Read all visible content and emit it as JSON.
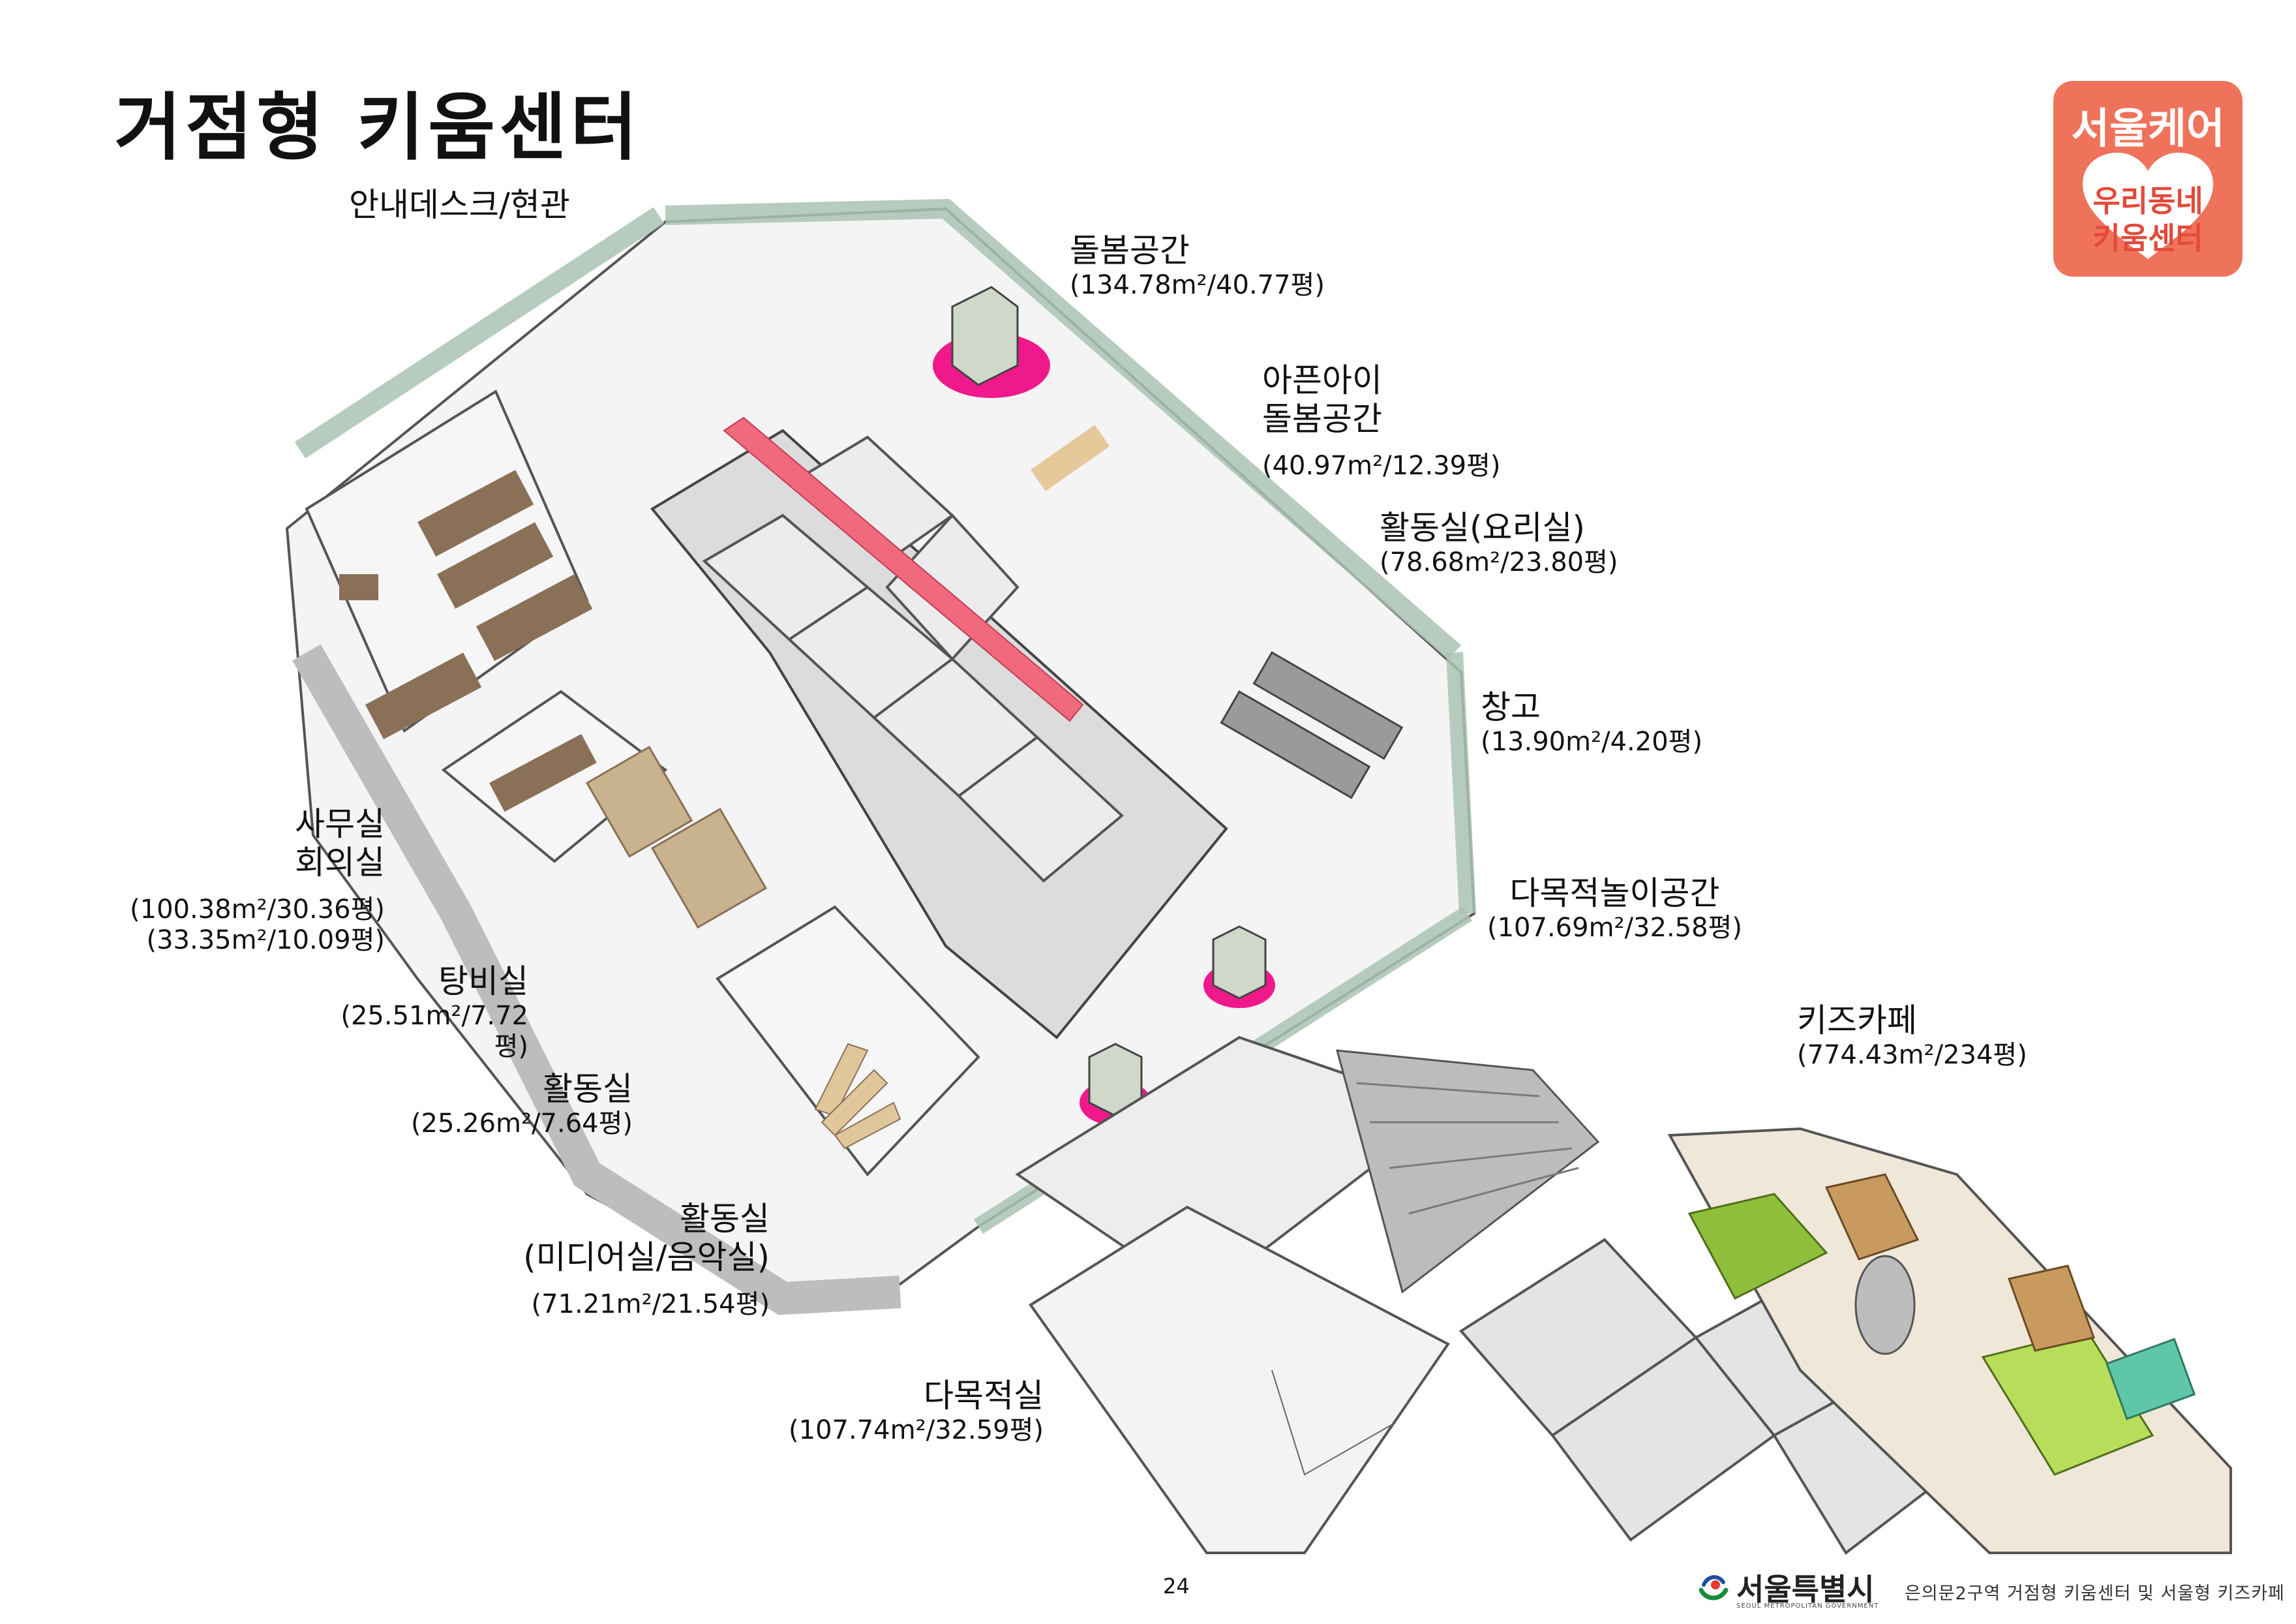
{
  "page_title": "거점형 키움센터",
  "badge": {
    "top": "서울케어",
    "line1": "우리동네",
    "line2": "키움센터"
  },
  "rooms": [
    {
      "id": "entrance",
      "name": "안내데스크/현관",
      "area": ""
    },
    {
      "id": "care",
      "name": "돌봄공간",
      "area": "(134.78m²/40.77평)"
    },
    {
      "id": "sick-care",
      "name": "아픈아이\n돌봄공간",
      "area": "(40.97m²/12.39평)"
    },
    {
      "id": "cooking",
      "name": "활동실(요리실)",
      "area": "(78.68m²/23.80평)"
    },
    {
      "id": "storage",
      "name": "창고",
      "area": "(13.90m²/4.20평)"
    },
    {
      "id": "play",
      "name": "다목적놀이공간",
      "area": "(107.69m²/32.58평)"
    },
    {
      "id": "office",
      "name": "사무실\n회의실",
      "area": "(100.38m²/30.36평)\n(33.35m²/10.09평)"
    },
    {
      "id": "pantry",
      "name": "탕비실",
      "area": "(25.51m²/7.72평)"
    },
    {
      "id": "activity",
      "name": "활동실",
      "area": "(25.26m²/7.64평)"
    },
    {
      "id": "media",
      "name": "활동실\n(미디어실/음악실)",
      "area": "(71.21m²/21.54평)"
    },
    {
      "id": "multi",
      "name": "다목적실",
      "area": "(107.74m²/32.59평)"
    },
    {
      "id": "kids-cafe",
      "name": "키즈카페",
      "area": "(774.43m²/234평)"
    }
  ],
  "footer": {
    "page_number": "24",
    "logo_text": "서울특별시",
    "logo_sub": "SEOUL METROPOLITAN GOVERNMENT",
    "caption": "은의문2구역 거점형 키움센터 및 서울형 키즈카페"
  },
  "colors": {
    "badge": "#ef735b",
    "pink_pad": "#f0198c",
    "wall": "#d6d6d6",
    "glass": "#b9cfc1",
    "kids_green": "#8fbf3a"
  }
}
